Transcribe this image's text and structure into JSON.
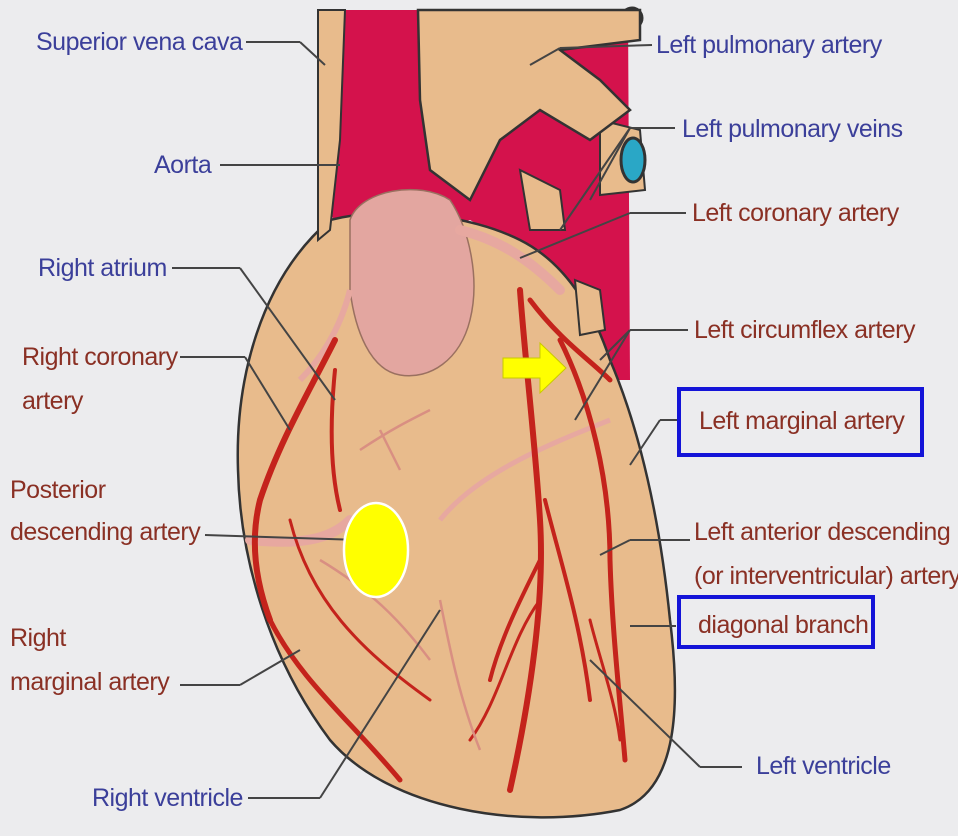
{
  "labels": {
    "superior_vena_cava": "Superior vena cava",
    "aorta": "Aorta",
    "right_atrium": "Right atrium",
    "right_coronary_artery_1": "Right coronary",
    "right_coronary_artery_2": "artery",
    "posterior_descending_1": "Posterior",
    "posterior_descending_2": "descending artery",
    "right_marginal_1": "Right",
    "right_marginal_2": "marginal artery",
    "right_ventricle": "Right ventricle",
    "left_pulmonary_artery": "Left pulmonary artery",
    "left_pulmonary_veins": "Left pulmonary veins",
    "left_coronary_artery": "Left coronary artery",
    "left_circumflex_artery": "Left circumflex artery",
    "left_marginal_artery": "Left marginal artery",
    "left_anterior_descending_1": "Left anterior descending",
    "left_anterior_descending_2": "(or interventricular) artery",
    "diagonal_branch": "diagonal branch",
    "left_ventricle": "Left ventricle"
  },
  "colors": {
    "heart": "#e8bb8c",
    "aorta": "#d4124c",
    "artery": "#c4231c",
    "highlight_box": "#1414d8",
    "marker": "#ffff00"
  },
  "markers": {
    "arrow": "yellow-arrow",
    "dot": "yellow-circle"
  }
}
